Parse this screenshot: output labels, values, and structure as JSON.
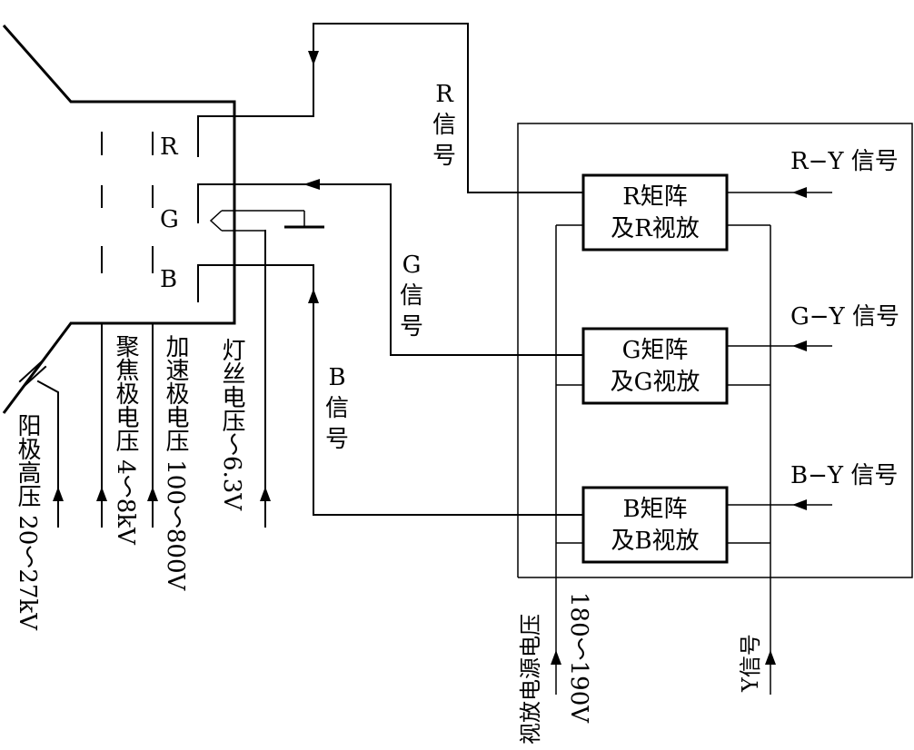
{
  "tube": {
    "gun_labels": [
      "R",
      "G",
      "B"
    ]
  },
  "matrix_blocks": [
    {
      "line1": "R矩阵",
      "line2": "及R视放"
    },
    {
      "line1": "G矩阵",
      "line2": "及G视放"
    },
    {
      "line1": "B矩阵",
      "line2": "及B视放"
    }
  ],
  "color_diff_inputs": [
    "R−Y 信号",
    "G−Y 信号",
    "B−Y 信号"
  ],
  "drive_signals": [
    {
      "letter": "R",
      "chars": [
        "信",
        "号"
      ]
    },
    {
      "letter": "G",
      "chars": [
        "信",
        "号"
      ]
    },
    {
      "letter": "B",
      "chars": [
        "信",
        "号"
      ]
    }
  ],
  "voltage_labels": {
    "anode": "阳极高压 20～27kV",
    "focus": "聚焦极电压 4～8kV",
    "accel": "加速极电压 100～800V",
    "heater": "灯丝电压～6.3V",
    "video_supply": "视放电源电压",
    "video_supply_value": "180～190V",
    "y_signal": "Y信号"
  }
}
